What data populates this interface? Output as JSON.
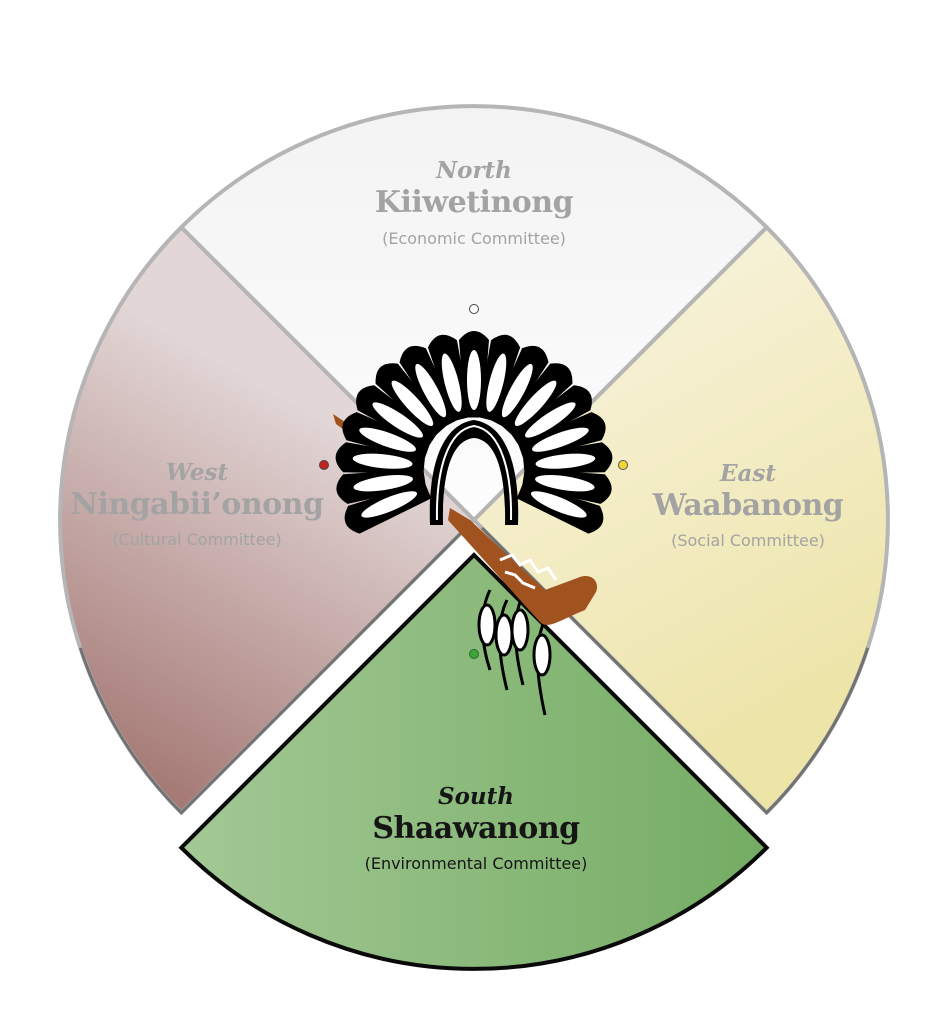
{
  "title": "Medicine Wheel Committees",
  "quadrants": [
    {
      "key": "north",
      "direction": "North",
      "name": "Kiiwetinong",
      "committee": "(Economic Committee)",
      "fill_top": "#f3f3f3",
      "fill_bottom": "#fdfdfd",
      "dot_color": "#ffffff",
      "highlighted": false
    },
    {
      "key": "east",
      "direction": "East",
      "name": "Waabanong",
      "committee": "(Social Committee)",
      "fill_top": "#faf6e6",
      "fill_bottom": "#ede4a8",
      "dot_color": "#f2d633",
      "highlighted": false
    },
    {
      "key": "south",
      "direction": "South",
      "name": "Shaawanong",
      "committee": "(Environmental Committee)",
      "fill_left": "#a3c895",
      "fill_right": "#74ac63",
      "dot_color": "#3fa33a",
      "highlighted": true
    },
    {
      "key": "west",
      "direction": "West",
      "name": "Ningabii’onong",
      "committee": "(Cultural Committee)",
      "fill_top": "#e2d6d6",
      "fill_bottom": "#9b6a65",
      "dot_color": "#c4211f",
      "highlighted": false
    }
  ],
  "center_emblem": {
    "icon": "headdress-and-pipe-icon",
    "pipe_color": "#a0521f"
  }
}
